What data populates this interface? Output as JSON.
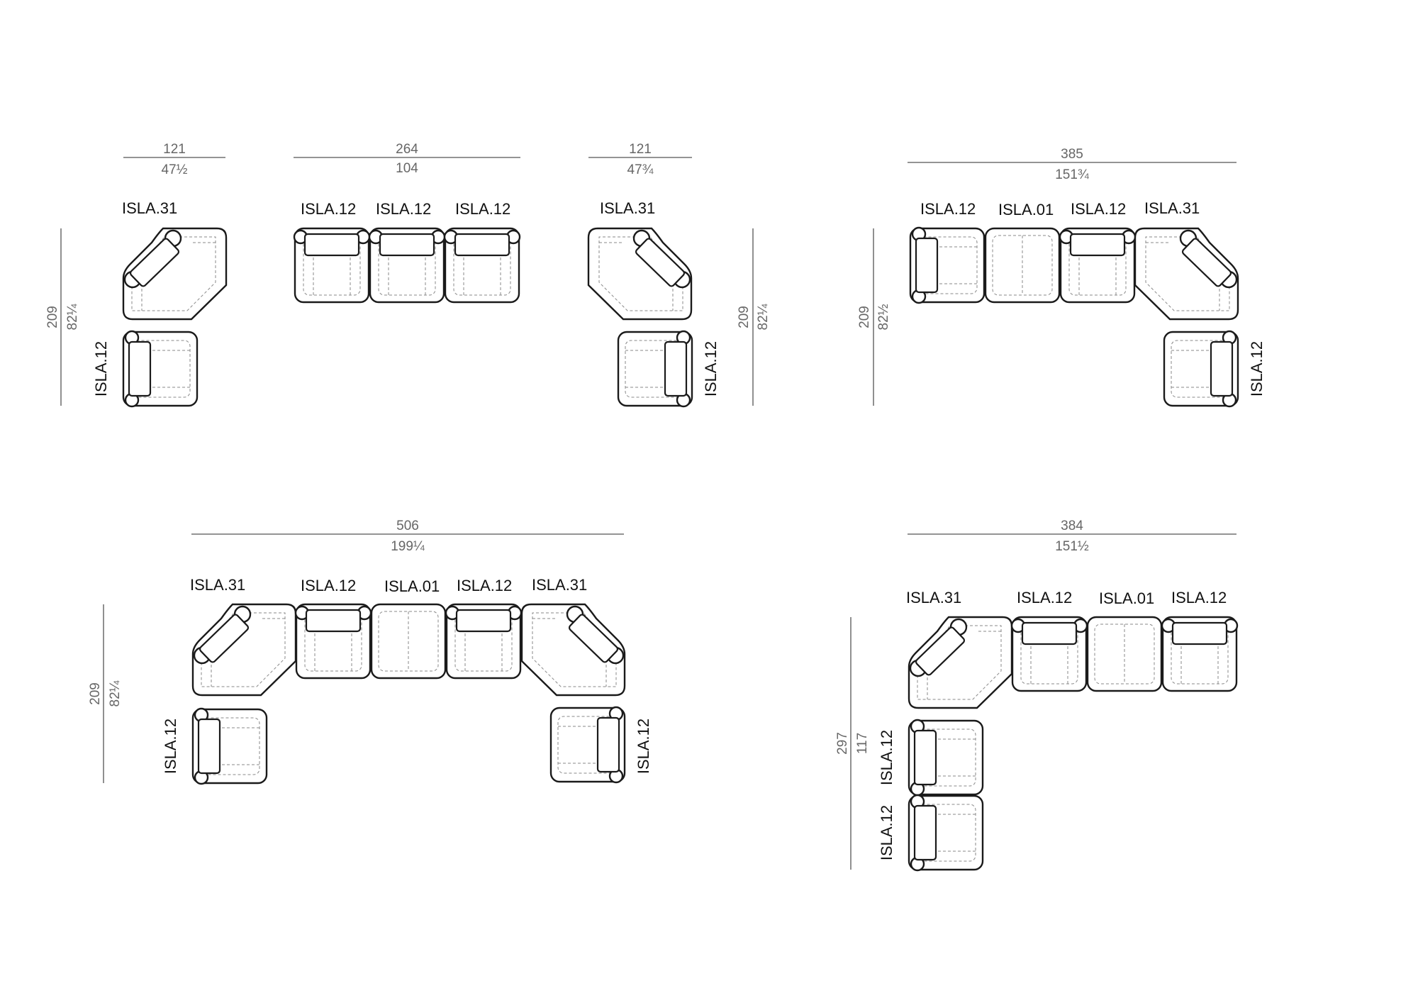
{
  "labels": {
    "isla31": "ISLA.31",
    "isla12": "ISLA.12",
    "isla01": "ISLA.01"
  },
  "dimensions": {
    "d1_width_cm": "121",
    "d1_width_in": "47½",
    "d1_depth_cm": "209",
    "d1_depth_in": "82¼",
    "d2_width_cm": "264",
    "d2_width_in": "104",
    "d3_width_cm": "121",
    "d3_width_in": "47¾",
    "d3_depth_cm": "209",
    "d3_depth_in": "82¼",
    "d4_width_cm": "385",
    "d4_width_in": "151¾",
    "d4_depth_cm": "209",
    "d4_depth_in": "82½",
    "d5_width_cm": "506",
    "d5_width_in": "199¼",
    "d5_depth_cm": "209",
    "d5_depth_in": "82¼",
    "d6_width_cm": "384",
    "d6_width_in": "151½",
    "d6_depth_cm": "297",
    "d6_depth_in": "117"
  }
}
